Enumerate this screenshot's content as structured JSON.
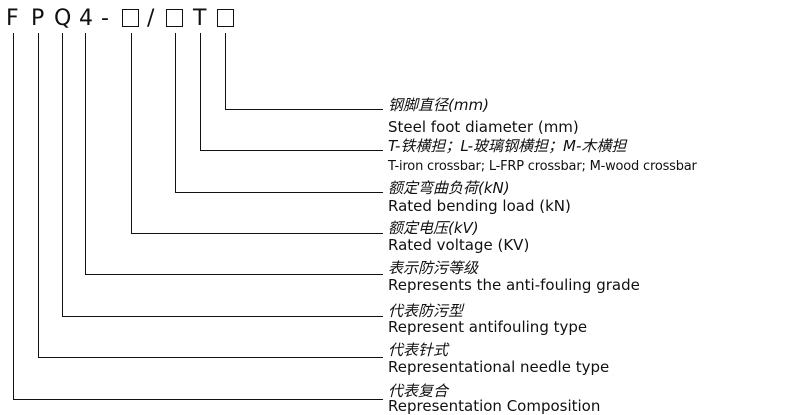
{
  "code": {
    "chars": [
      "F",
      "P",
      "Q",
      "4",
      "-",
      "□",
      "/",
      "□",
      "T",
      "□"
    ]
  },
  "labels": [
    {
      "cn": "钢脚直径(mm)",
      "en": "Steel foot diameter (mm)"
    },
    {
      "cn": "T-铁横担；L-玻璃钢横担；M-木横担",
      "en": "T-iron crossbar; L-FRP crossbar; M-wood crossbar"
    },
    {
      "cn": "额定弯曲负荷(kN)",
      "en": "Rated bending load (kN)"
    },
    {
      "cn": "额定电压(kV)",
      "en": "Rated voltage (KV)"
    },
    {
      "cn": "表示防污等级",
      "en": "Represents the anti-fouling grade"
    },
    {
      "cn": "代表防污型",
      "en": "Represent antifouling type"
    },
    {
      "cn": "代表针式",
      "en": "Representational needle type"
    },
    {
      "cn": "代表复合",
      "en": "Representation Composition"
    }
  ]
}
